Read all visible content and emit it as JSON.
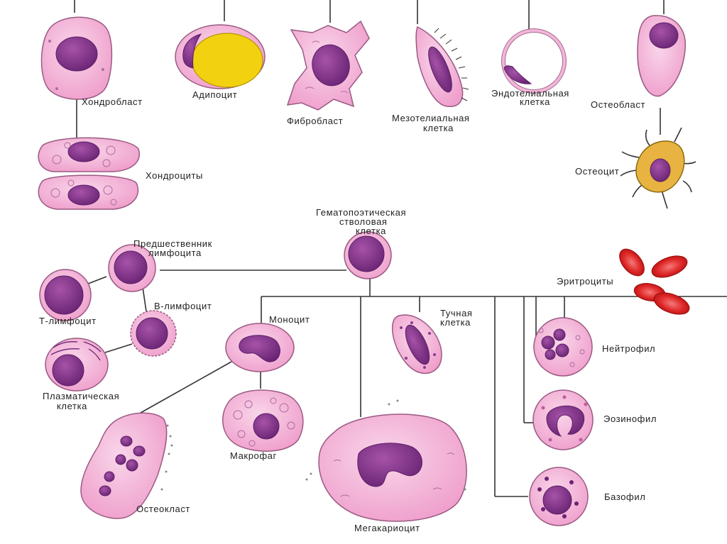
{
  "colors": {
    "cytoplasm": "#f2b6d8",
    "cytoplasm_edge": "#9a5a82",
    "nucleus": "#8a3a8f",
    "nucleus_dark": "#5e1f68",
    "lipid": "#f2d210",
    "osteocyte": "#e8b340",
    "erythrocyte": "#e02a2a",
    "line": "#333333"
  },
  "labels": {
    "chondroblast": "Хондробласт",
    "adipocyte": "Адипоцит",
    "fibroblast": "Фибробласт",
    "mesothelial_1": "Мезотелиальная",
    "mesothelial_2": "клетка",
    "endothelial_1": "Эндотелиальная",
    "endothelial_2": "клетка",
    "osteoblast": "Остеобласт",
    "chondrocytes": "Хондроциты",
    "osteocyte": "Остеоцит",
    "hsc_1": "Гематопоэтическая",
    "hsc_2": "стволовая",
    "hsc_3": "клетка",
    "lymph_precursor_1": "Предшественник",
    "lymph_precursor_2": "лимфоцита",
    "t_lymphocyte": "Т-лимфоцит",
    "b_lymphocyte": "В-лимфоцит",
    "plasma_1": "Плазматическая",
    "plasma_2": "клетка",
    "erythrocytes": "Эритроциты",
    "monocyte": "Моноцит",
    "mast_1": "Тучная",
    "mast_2": "клетка",
    "neutrophil": "Нейтрофил",
    "eosinophil": "Эозинофил",
    "basophil": "Базофил",
    "macrophage": "Макрофаг",
    "osteoclast": "Остеокласт",
    "megakaryocyte": "Мегакариоцит"
  }
}
